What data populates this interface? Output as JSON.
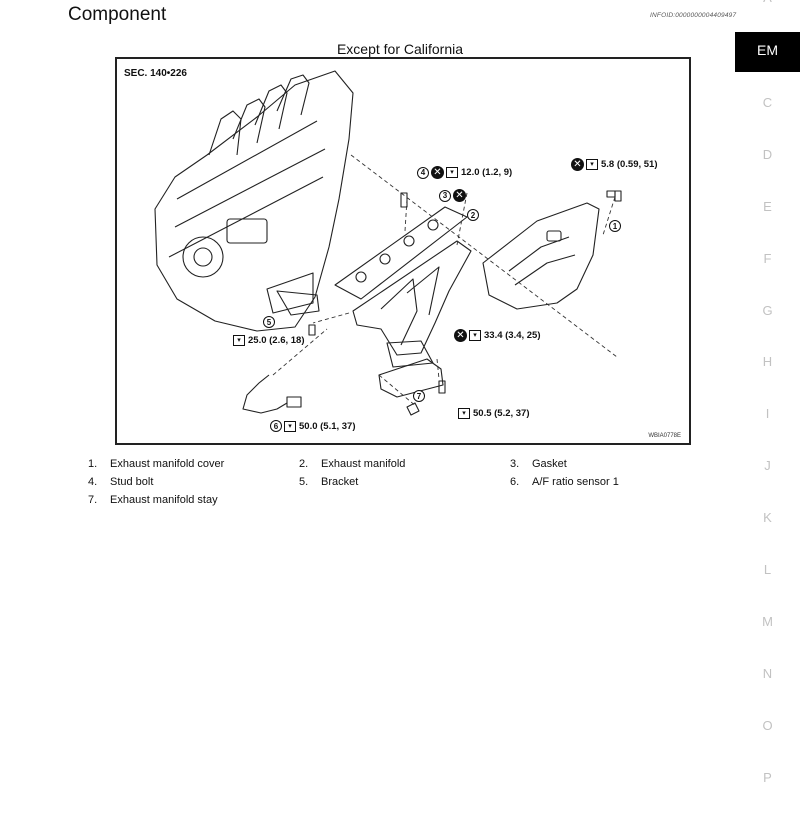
{
  "header": {
    "title": "Component",
    "info_id": "INFOID:0000000004409497"
  },
  "side_tabs": [
    {
      "id": "partial",
      "label": "A"
    },
    {
      "id": "em",
      "label": "EM"
    },
    {
      "id": "c",
      "label": "C"
    },
    {
      "id": "d",
      "label": "D"
    },
    {
      "id": "e",
      "label": "E"
    },
    {
      "id": "f",
      "label": "F"
    },
    {
      "id": "g",
      "label": "G"
    },
    {
      "id": "h",
      "label": "H"
    },
    {
      "id": "i",
      "label": "I"
    },
    {
      "id": "j",
      "label": "J"
    },
    {
      "id": "k",
      "label": "K"
    },
    {
      "id": "l",
      "label": "L"
    },
    {
      "id": "m",
      "label": "M"
    },
    {
      "id": "n",
      "label": "N"
    },
    {
      "id": "o",
      "label": "O"
    },
    {
      "id": "p",
      "label": "P"
    }
  ],
  "figure": {
    "caption": "Except for California",
    "section": "SEC. 140•226",
    "ref_code": "WBIA0778E",
    "callouts": {
      "c1": {
        "circle": "1"
      },
      "c2": {
        "circle": "2"
      },
      "c3": {
        "circle": "3"
      },
      "c4": {
        "circle": "4",
        "torque": "12.0 (1.2, 9)"
      },
      "c5": {
        "circle": "5"
      },
      "c5t": {
        "torque": "25.0 (2.6, 18)"
      },
      "c6": {
        "circle": "6",
        "torque": "50.0 (5.1, 37)"
      },
      "c7": {
        "circle": "7"
      },
      "c7t": {
        "torque": "50.5 (5.2, 37)"
      },
      "c8": {
        "torque": "33.4 (3.4, 25)"
      },
      "c9": {
        "torque": "5.8 (0.59, 51)"
      }
    }
  },
  "legend": [
    {
      "num": "1.",
      "label": "Exhaust manifold cover"
    },
    {
      "num": "2.",
      "label": "Exhaust manifold"
    },
    {
      "num": "3.",
      "label": "Gasket"
    },
    {
      "num": "4.",
      "label": "Stud bolt"
    },
    {
      "num": "5.",
      "label": "Bracket"
    },
    {
      "num": "6.",
      "label": "A/F ratio sensor 1"
    },
    {
      "num": "7.",
      "label": "Exhaust manifold stay"
    }
  ]
}
